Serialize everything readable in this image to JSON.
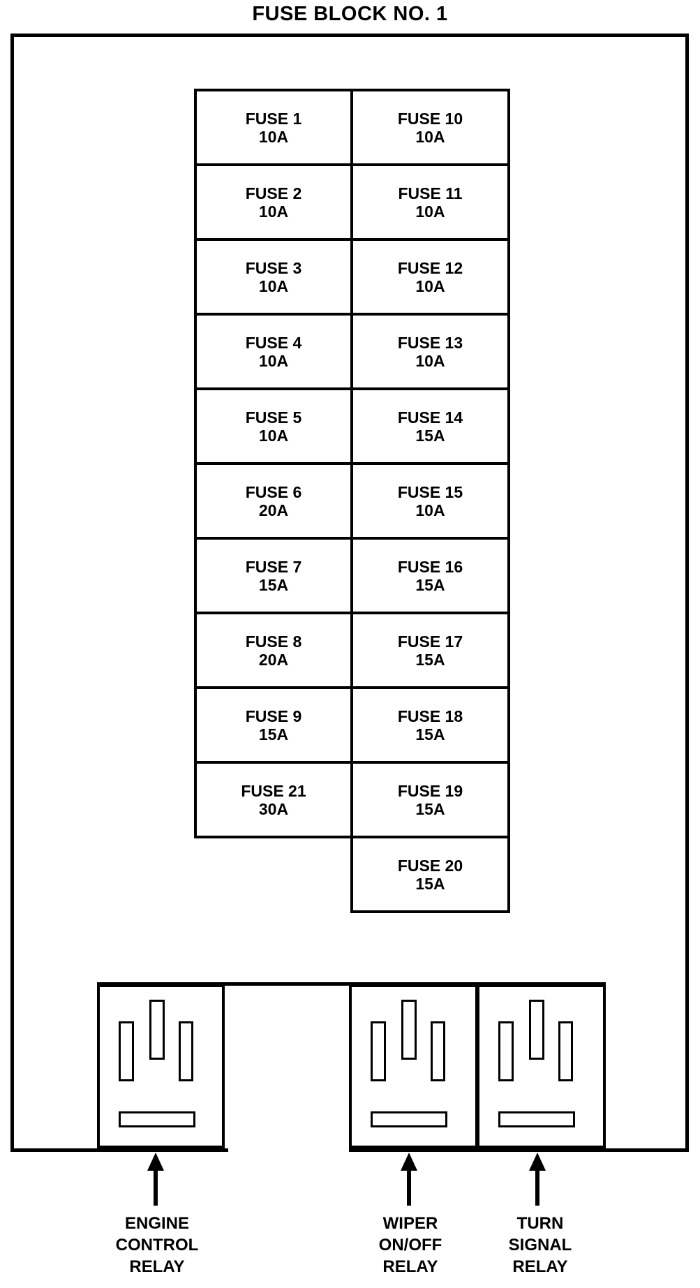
{
  "title": "FUSE BLOCK NO. 1",
  "colors": {
    "line": "#000000",
    "background": "#ffffff",
    "text": "#000000"
  },
  "fuse_grid": {
    "left_column": [
      {
        "name": "FUSE 1",
        "rating": "10A"
      },
      {
        "name": "FUSE 2",
        "rating": "10A"
      },
      {
        "name": "FUSE 3",
        "rating": "10A"
      },
      {
        "name": "FUSE 4",
        "rating": "10A"
      },
      {
        "name": "FUSE 5",
        "rating": "10A"
      },
      {
        "name": "FUSE 6",
        "rating": "20A"
      },
      {
        "name": "FUSE 7",
        "rating": "15A"
      },
      {
        "name": "FUSE 8",
        "rating": "20A"
      },
      {
        "name": "FUSE 9",
        "rating": "15A"
      },
      {
        "name": "FUSE 21",
        "rating": "30A"
      }
    ],
    "right_column": [
      {
        "name": "FUSE 10",
        "rating": "10A"
      },
      {
        "name": "FUSE 11",
        "rating": "10A"
      },
      {
        "name": "FUSE 12",
        "rating": "10A"
      },
      {
        "name": "FUSE 13",
        "rating": "10A"
      },
      {
        "name": "FUSE 14",
        "rating": "15A"
      },
      {
        "name": "FUSE 15",
        "rating": "10A"
      },
      {
        "name": "FUSE 16",
        "rating": "15A"
      },
      {
        "name": "FUSE 17",
        "rating": "15A"
      },
      {
        "name": "FUSE 18",
        "rating": "15A"
      },
      {
        "name": "FUSE 19",
        "rating": "15A"
      },
      {
        "name": "FUSE 20",
        "rating": "15A"
      }
    ]
  },
  "relays": [
    {
      "line1": "ENGINE",
      "line2": "CONTROL",
      "line3": "RELAY"
    },
    {
      "line1": "WIPER",
      "line2": "ON/OFF",
      "line3": "RELAY"
    },
    {
      "line1": "TURN",
      "line2": "SIGNAL",
      "line3": "RELAY"
    }
  ]
}
